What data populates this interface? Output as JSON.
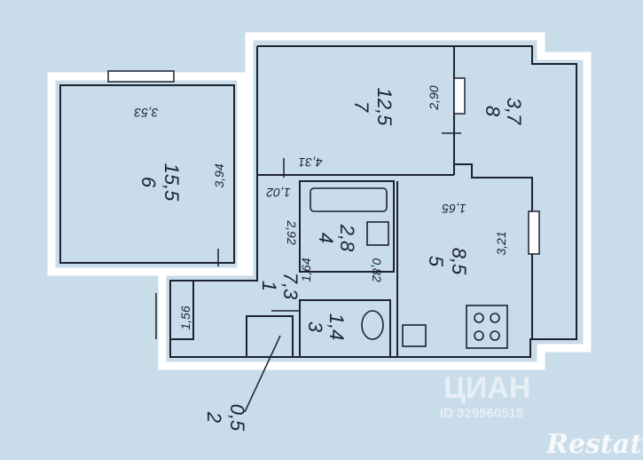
{
  "rooms": [
    {
      "number": "6",
      "area": "15,5"
    },
    {
      "number": "7",
      "area": "12,5"
    },
    {
      "number": "8",
      "area": "3,7"
    },
    {
      "number": "1",
      "area": "7,3"
    },
    {
      "number": "4",
      "area": "2,8"
    },
    {
      "number": "5",
      "area": "8,5"
    },
    {
      "number": "3",
      "area": "1,4"
    },
    {
      "number": "2",
      "area": "0,5"
    }
  ],
  "dimensions": {
    "room6_width": "3,53",
    "room6_depth": "3,94",
    "room7_height": "2,90",
    "room7_width": "4,31",
    "corridor_a": "1,02",
    "hall_length": "2,92",
    "bath_width": "1,64",
    "hall_width": "0,82",
    "kitchen_width": "1,65",
    "kitchen_depth": "3,21",
    "entry_depth": "1,56"
  },
  "watermark": {
    "brand": "ЦИАН",
    "id_text": "ID 329560515",
    "logo": "Restate"
  },
  "colors": {
    "background": "#c9dce9",
    "wall": "#ffffff",
    "ink": "#1c2230"
  }
}
